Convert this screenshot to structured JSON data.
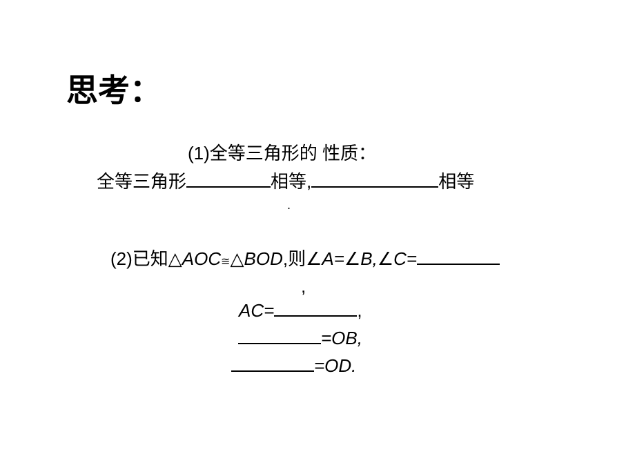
{
  "title": "思考：",
  "q1": {
    "heading": "(1)全等三角形的 性质：",
    "prefix": "全等三角形",
    "mid": "相等,",
    "end": "相等",
    "period": "."
  },
  "q2": {
    "prefix": "(2)已知",
    "tri1": "△AOC",
    "cong": "≅",
    "tri2": "△BOD",
    "then": ",则",
    "angle_eq": "∠A=∠B,",
    "angle_c": "∠C=",
    "comma1": ",",
    "ac": "AC=",
    "comma2": ",",
    "ob": "=OB,",
    "od": "=OD."
  }
}
